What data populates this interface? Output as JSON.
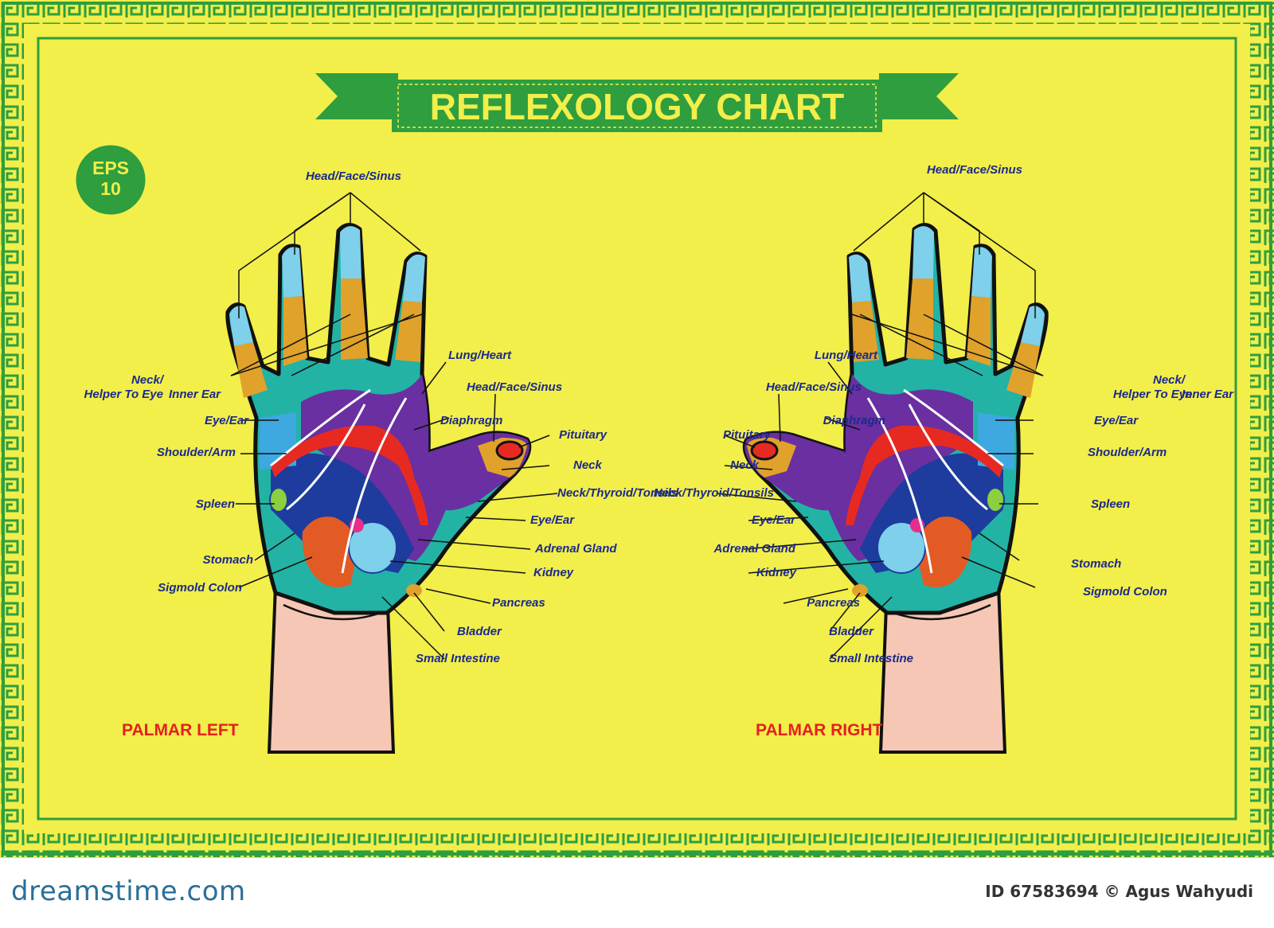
{
  "title": "REFLEXOLOGY CHART",
  "badge": {
    "line1": "EPS",
    "line2": "10"
  },
  "left": {
    "caption": "PALMAR LEFT",
    "labels": {
      "head_top": "Head/Face/Sinus",
      "neck": "Neck/",
      "helper": "Helper To Eye",
      "inner_ear": "Inner Ear",
      "lung_heart": "Lung/Heart",
      "head_thumb": "Head/Face/Sinus",
      "eye_ear": "Eye/Ear",
      "diaphragm": "Diaphragm",
      "pituitary": "Pituitary",
      "shoulder": "Shoulder/Arm",
      "neck2": "Neck",
      "ntt": "Neck/Thyroid/Tonsils",
      "spleen": "Spleen",
      "eye_ear2": "Eye/Ear",
      "adrenal": "Adrenal Gland",
      "stomach": "Stomach",
      "kidney": "Kidney",
      "sigmoid": "Sigmold Colon",
      "pancreas": "Pancreas",
      "bladder": "Bladder",
      "small_int": "Small Intestine"
    }
  },
  "right": {
    "caption": "PALMAR RIGHT",
    "labels": {
      "head_top": "Head/Face/Sinus",
      "neck": "Neck/",
      "helper": "Helper To Eye",
      "inner_ear": "Inner Ear",
      "lung_heart": "Lung/Heart",
      "head_thumb": "Head/Face/Sinus",
      "eye_ear": "Eye/Ear",
      "diaphragm": "Diaphragm",
      "pituitary": "Pituitary",
      "shoulder": "Shoulder/Arm",
      "neck2": "Neck",
      "ntt": "Neck/Thyroid/Tonsils",
      "spleen": "Spleen",
      "eye_ear2": "Eye/Ear",
      "adrenal": "Adrenal Gland",
      "stomach": "Stomach",
      "kidney": "Kidney",
      "sigmoid": "Sigmold Colon",
      "pancreas": "Pancreas",
      "bladder": "Bladder",
      "small_int": "Small Intestine"
    }
  },
  "footer": {
    "brand": "dreamstime.com",
    "credit": "ID 67583694 © Agus Wahyudi"
  },
  "colors": {
    "background": "#f2ee4a",
    "border_green": "#2e9e3f",
    "title_text": "#f2ee4a",
    "label_text": "#1b2a8c",
    "caption_red": "#e4201f",
    "skin": "#f6c7b4",
    "fingertip": "#7fd0ea",
    "finger_mid": "#e0a22a",
    "palm_teal": "#22b3a5",
    "palm_purple": "#6a2fa0",
    "palm_blue": "#1d3c9e",
    "heart_red": "#e62a22"
  }
}
